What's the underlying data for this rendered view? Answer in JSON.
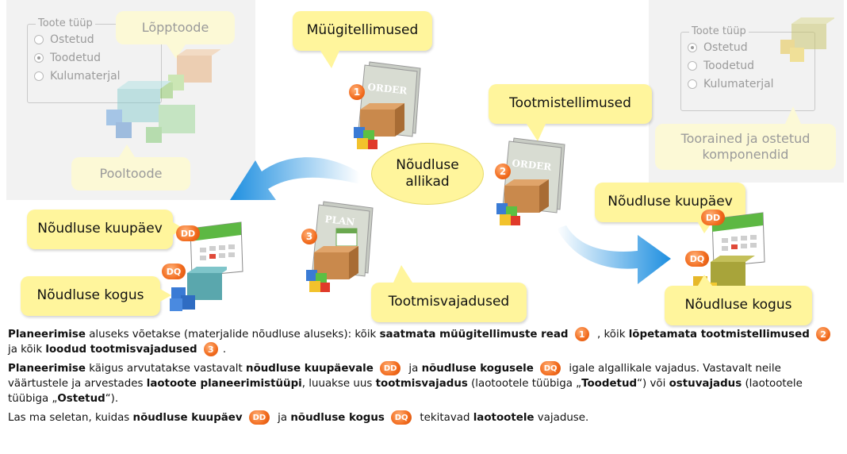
{
  "diagram": {
    "left_panel": {
      "legend": "Toote tüüp",
      "options": [
        "Ostetud",
        "Toodetud",
        "Kulumaterjal"
      ],
      "selected": "Toodetud",
      "top_callout": "Lõpptoode",
      "bottom_callout": "Pooltoode"
    },
    "right_panel": {
      "legend": "Toote tüüp",
      "options": [
        "Ostetud",
        "Toodetud",
        "Kulumaterjal"
      ],
      "selected": "Ostetud",
      "callout": "Toorained  ja ostetud komponendid"
    },
    "center_oval": "Nõudluse allikad",
    "sources": [
      {
        "label": "Müügitellimused",
        "badge": "1",
        "doc_title": "ORDER"
      },
      {
        "label": "Tootmistellimused",
        "badge": "2",
        "doc_title": "ORDER"
      },
      {
        "label": "Tootmisvajadused",
        "badge": "3",
        "doc_title": "PLAN"
      }
    ],
    "left_result": {
      "date_label": "Nõudluse kuupäev",
      "qty_label": "Nõudluse kogus",
      "dd": "DD",
      "dq": "DQ"
    },
    "right_result": {
      "date_label": "Nõudluse kuupäev",
      "qty_label": "Nõudluse kogus",
      "dd": "DD",
      "dq": "DQ"
    }
  },
  "text": {
    "p1": {
      "a": "Planeerimise",
      "b": " aluseks võetakse (materjalide nõudluse aluseks): kõik ",
      "c": "saatmata müügitellimuste read",
      "d": " , kõik ",
      "e": "lõpetamata tootmistellimused",
      "f": " ja kõik ",
      "g": "loodud tootmisvajadused",
      "h": "."
    },
    "p2": {
      "a": "Planeerimise",
      "b": " käigus arvutatakse vastavalt ",
      "c": "nõudluse kuupäevale",
      "d": " ja ",
      "e": "nõudluse kogusele",
      "f": " igale algallikale vajadus. Vastavalt neile väärtustele ja arvestades ",
      "g": "laotoote planeerimistüüpi",
      "h": ", luuakse uus ",
      "i": "tootmisvajadus",
      "j": " (laotootele tüübiga „",
      "k": "Toodetud",
      "l": "“) või ",
      "m": "ostuvajadus",
      "n": " (laotootele tüübiga „",
      "o": "Ostetud",
      "p": "“)."
    },
    "p3": {
      "a": "Las ma seletan, kuidas ",
      "b": "nõudluse kuupäev",
      "c": " ja ",
      "d": "nõudluse kogus",
      "e": " tekitavad ",
      "f": "laotootele",
      "g": " vajaduse."
    },
    "badges": {
      "one": "1",
      "two": "2",
      "three": "3",
      "dd": "DD",
      "dq": "DQ"
    }
  },
  "colors": {
    "callout": "#fff59c",
    "badge": "#f26b1d",
    "arrow": "#2a9ae0"
  }
}
